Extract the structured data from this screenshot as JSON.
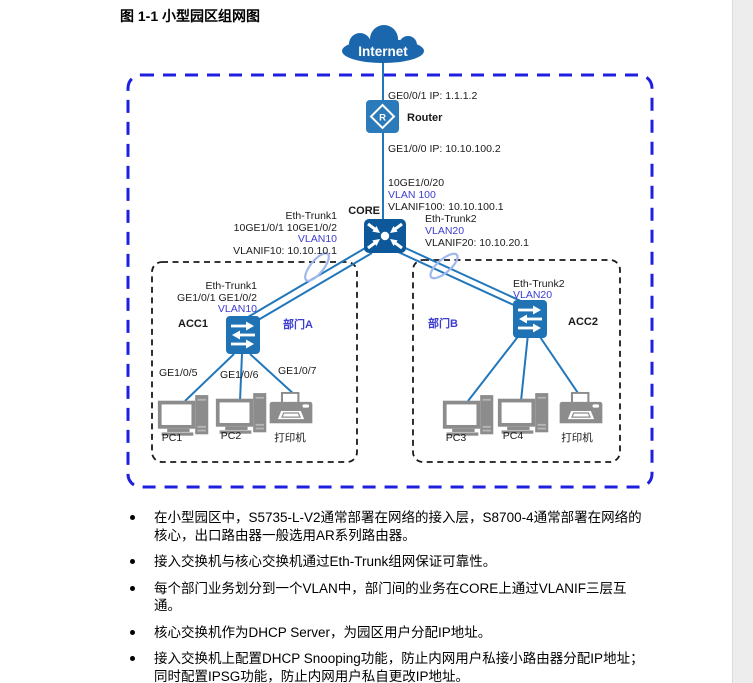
{
  "page": {
    "title": "图 1-1 小型园区组网图"
  },
  "diagram": {
    "internet": "Internet",
    "router": {
      "name": "Router",
      "wan_port": "GE0/0/1 IP: 1.1.1.2",
      "lan_port": "GE1/0/0 IP: 10.10.100.2"
    },
    "core": {
      "name": "CORE",
      "uplink": {
        "port": "10GE1/0/20",
        "vlan": "VLAN 100",
        "vlanif": "VLANIF100: 10.10.100.1"
      },
      "trunk1": {
        "name": "Eth-Trunk1",
        "ports": "10GE1/0/1 10GE1/0/2",
        "vlan": "VLAN10",
        "vlanif": "VLANIF10: 10.10.10.1"
      },
      "trunk2": {
        "name": "Eth-Trunk2",
        "vlan": "VLAN20",
        "vlanif": "VLANIF20: 10.10.20.1"
      }
    },
    "acc1": {
      "name": "ACC1",
      "trunk": "Eth-Trunk1",
      "ports": "GE1/0/1 GE1/0/2",
      "vlan": "VLAN10",
      "department": "部门A",
      "access_ports": [
        "GE1/0/5",
        "GE1/0/6",
        "GE1/0/7"
      ],
      "devices": [
        "PC1",
        "PC2",
        "打印机"
      ]
    },
    "acc2": {
      "name": "ACC2",
      "trunk": "Eth-Trunk2",
      "vlan": "VLAN20",
      "department": "部门B",
      "devices": [
        "PC3",
        "PC4",
        "打印机"
      ]
    }
  },
  "notes": [
    "在小型园区中，S5735-L-V2通常部署在网络的接入层，S8700-4通常部署在网络的核心，出口路由器一般选用AR系列路由器。",
    "接入交换机与核心交换机通过Eth-Trunk组网保证可靠性。",
    "每个部门业务划分到一个VLAN中，部门间的业务在CORE上通过VLANIF三层互通。",
    "核心交换机作为DHCP Server，为园区用户分配IP地址。",
    "接入交换机上配置DHCP Snooping功能，防止内网用户私接小路由器分配IP地址；同时配置IPSG功能，防止内网用户私自更改IP地址。"
  ],
  "colors": {
    "link_blue": "#2277bb",
    "core_icon_blue": "#0d579b",
    "switch_icon_blue": "#1f72b4",
    "router_icon_blue": "#2b7ab9",
    "cloud_blue": "#1b67ae",
    "vlan_text_blue": "#3d3dd2",
    "campus_boundary_blue": "#1f1fe0",
    "device_gray": "#8c8c8c"
  }
}
